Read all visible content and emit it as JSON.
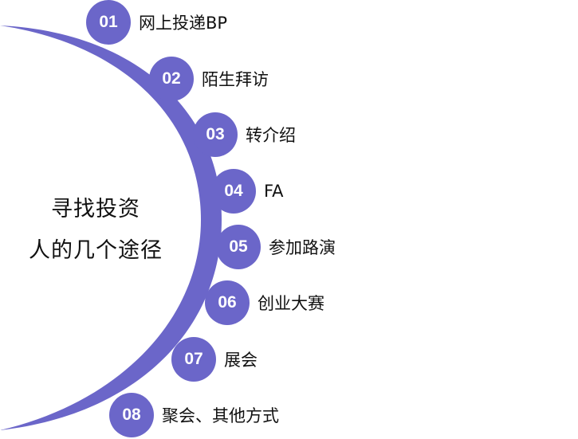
{
  "title_lines": [
    "寻找投资",
    "人的几个途径"
  ],
  "colors": {
    "accent": "#6b66c9",
    "badge_text": "#ffffff",
    "text": "#111111"
  },
  "steps": [
    {
      "number": "01",
      "label": "网上投递BP"
    },
    {
      "number": "02",
      "label": "陌生拜访"
    },
    {
      "number": "03",
      "label": "转介绍"
    },
    {
      "number": "04",
      "label": "FA"
    },
    {
      "number": "05",
      "label": "参加路演"
    },
    {
      "number": "06",
      "label": "创业大赛"
    },
    {
      "number": "07",
      "label": "展会"
    },
    {
      "number": "08",
      "label": "聚会、其他方式"
    }
  ]
}
